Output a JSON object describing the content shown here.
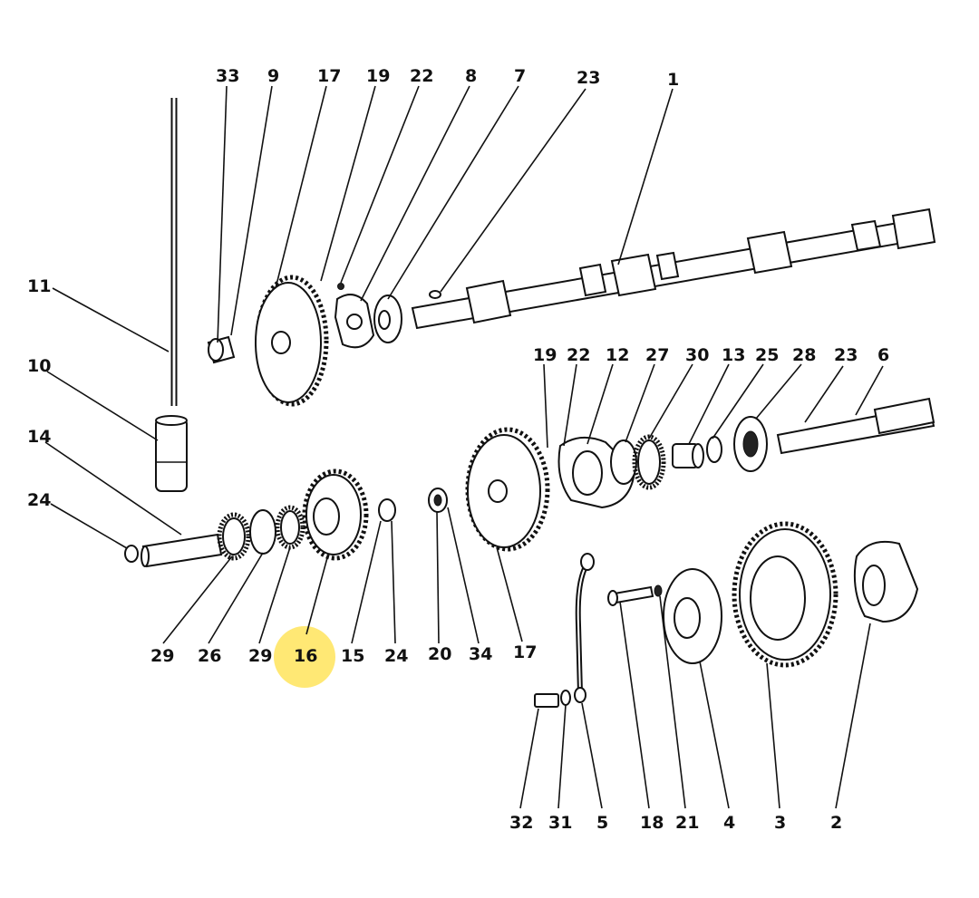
{
  "diagram": {
    "highlight_color": "#ffe45c",
    "highlighted_label": "16",
    "labels": {
      "top": [
        "33",
        "9",
        "17",
        "19",
        "22",
        "8",
        "7",
        "23",
        "1"
      ],
      "left": [
        "11",
        "10",
        "14",
        "24"
      ],
      "mid_right": [
        "19",
        "22",
        "12",
        "27",
        "30",
        "13",
        "25",
        "28",
        "23",
        "6"
      ],
      "bottom_row": [
        "29",
        "26",
        "29",
        "16",
        "15",
        "24",
        "20",
        "34",
        "17"
      ],
      "bottom_right": [
        "32",
        "31",
        "5",
        "18",
        "21",
        "4",
        "3",
        "2"
      ]
    }
  }
}
